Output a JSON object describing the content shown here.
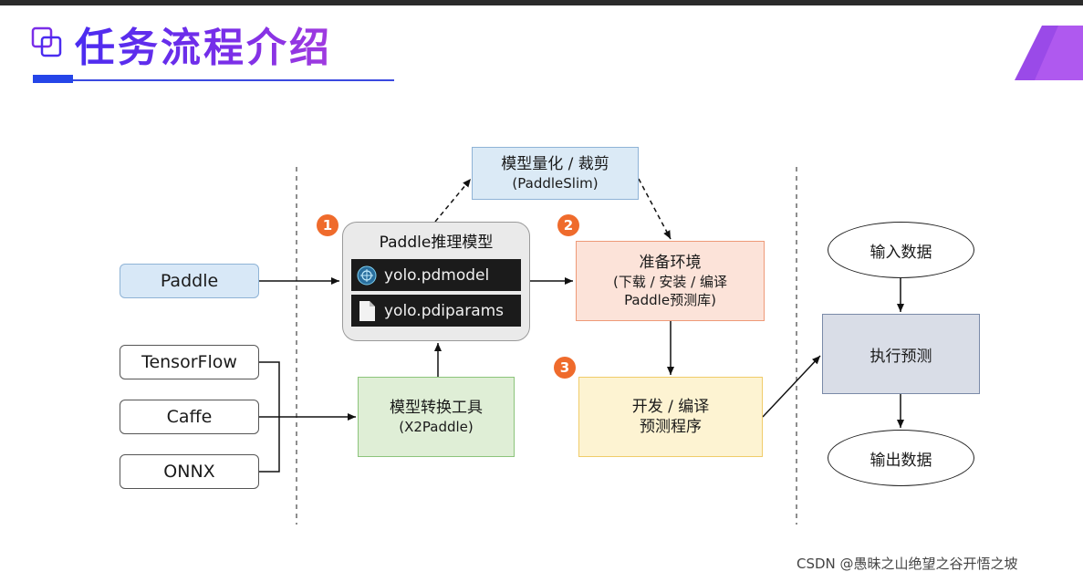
{
  "page": {
    "title": "任务流程介绍",
    "watermark": "CSDN @愚昧之山绝望之谷开悟之坡"
  },
  "nodes": {
    "paddle": "Paddle",
    "tensorflow": "TensorFlow",
    "caffe": "Caffe",
    "onnx": "ONNX",
    "model_panel_title": "Paddle推理模型",
    "file_model": "yolo.pdmodel",
    "file_params": "yolo.pdiparams",
    "quant_title": "模型量化 / 裁剪",
    "quant_sub": "(PaddleSlim)",
    "convert_title": "模型转换工具",
    "convert_sub": "(X2Paddle)",
    "env_title": "准备环境",
    "env_line2": "(下载 / 安装 / 编译",
    "env_line3": "Paddle预测库)",
    "dev_line1": "开发 / 编译",
    "dev_line2": "预测程序",
    "input": "输入数据",
    "exec": "执行预测",
    "output": "输出数据"
  },
  "steps": [
    "1",
    "2",
    "3"
  ],
  "colors": {
    "title_gradient_start": "#4a2cf0",
    "step_badge": "#ef6b2c",
    "quant_fill": "#dbeaf6",
    "convert_fill": "#dfeed6",
    "env_fill": "#fce3d9",
    "dev_fill": "#fdf3d2",
    "exec_fill": "#d9dde7"
  }
}
